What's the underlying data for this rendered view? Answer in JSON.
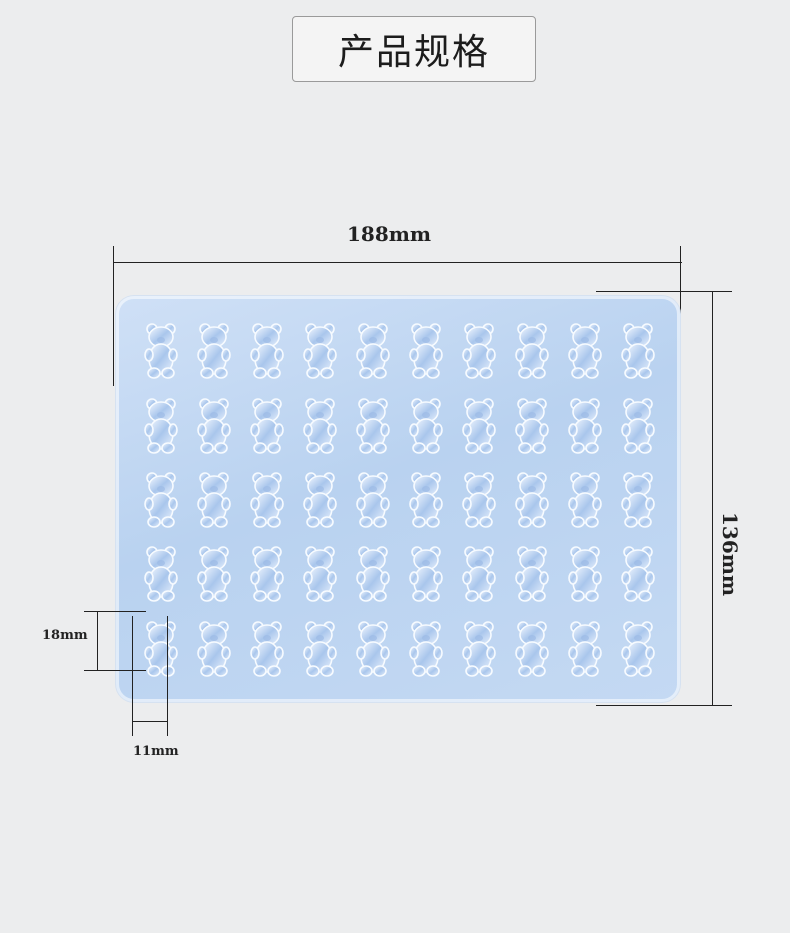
{
  "title": "产品规格",
  "dimensions": {
    "width_label": "188mm",
    "height_label": "136mm",
    "cavity_height_label": "18mm",
    "cavity_width_label": "11mm"
  },
  "mold": {
    "rows": 5,
    "columns": 10,
    "cavity_shape": "bear-icon",
    "color": "#c3d8f2"
  }
}
